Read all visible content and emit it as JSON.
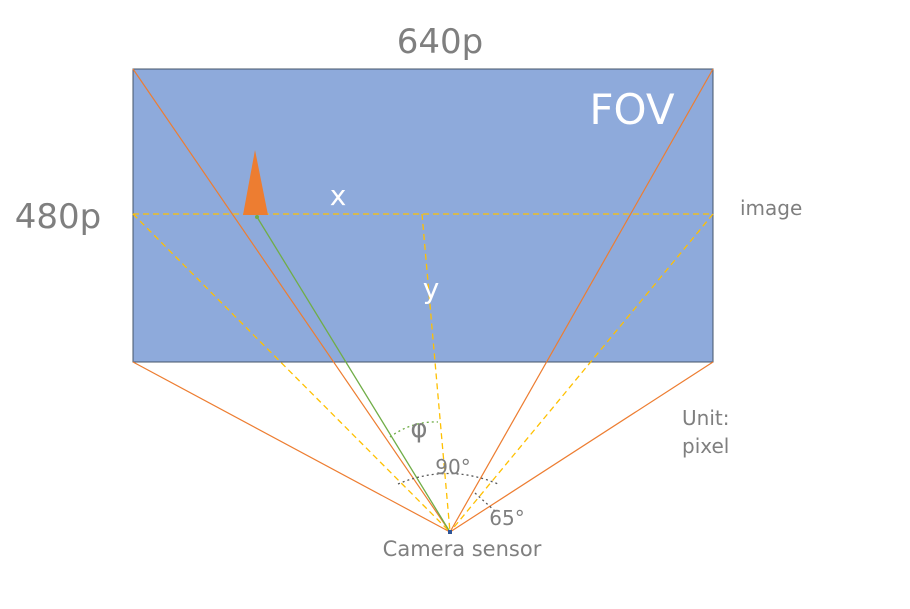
{
  "labels": {
    "width": "640p",
    "height": "480p",
    "fov": "FOV",
    "image": "image",
    "x": "x",
    "y": "y",
    "phi": "φ",
    "angle_90": "90°",
    "angle_65": "65°",
    "sensor": "Camera sensor",
    "unit_line1": "Unit:",
    "unit_line2": "pixel"
  },
  "colors": {
    "fov_fill": "#8eaadb",
    "fov_border": "#44546a",
    "orange_line": "#ed7d31",
    "yellow_dash": "#ffc000",
    "green_line": "#70ad47",
    "marker": "#ed7d31",
    "arc": "#595959",
    "text_gray": "#7f7f7f",
    "text_white": "#ffffff",
    "sensor_dot": "#2f5597"
  }
}
